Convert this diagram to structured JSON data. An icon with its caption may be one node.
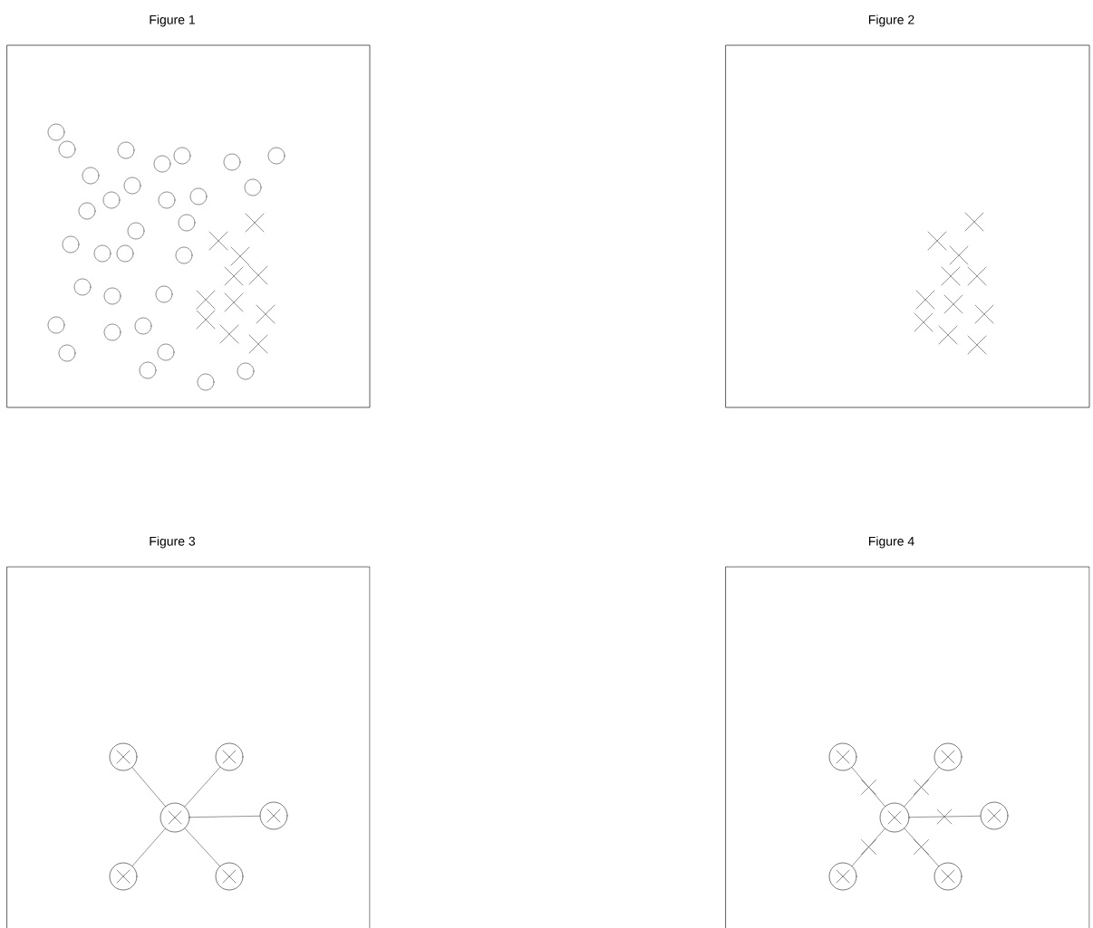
{
  "diagram": {
    "nodes": [
      {
        "text": [
          "Figure 1"
        ]
      },
      {
        "text": [
          "Figure 2"
        ]
      },
      {
        "text": [
          "Figure 3"
        ]
      },
      {
        "text": [
          "Figure 4"
        ]
      },
      {
        "text": [],
        "shape": "circle",
        "in": 2
      },
      {
        "text": [],
        "shape": "circle",
        "in": 2
      },
      {
        "text": [],
        "shape": "circle",
        "in": 2
      },
      {
        "text": [],
        "shape": "circle",
        "in": 2
      },
      {
        "text": [],
        "shape": "circle",
        "in": 2
      },
      {
        "text": [],
        "shape": "circle",
        "in": 2
      },
      {
        "text": [],
        "shape": "circle",
        "in": 3
      },
      {
        "text": [],
        "shape": "circle",
        "in": 3
      },
      {
        "text": [],
        "shape": "circle",
        "in": 3
      },
      {
        "text": [],
        "shape": "circle",
        "in": 3
      },
      {
        "text": [],
        "shape": "circle",
        "in": 3
      },
      {
        "text": [],
        "shape": "circle",
        "in": 3
      }
    ],
    "edges": [
      {
        "from": 6,
        "to": 4,
        "arrow": "none"
      },
      {
        "from": 6,
        "to": 5,
        "arrow": "none"
      },
      {
        "from": 6,
        "to": 7,
        "arrow": "none"
      },
      {
        "from": 6,
        "to": 8,
        "arrow": "none"
      },
      {
        "from": 6,
        "to": 9,
        "arrow": "none"
      },
      {
        "from": 12,
        "to": 10,
        "arrow": "none"
      },
      {
        "from": 12,
        "to": 11,
        "arrow": "none"
      },
      {
        "from": 12,
        "to": 13,
        "arrow": "none"
      },
      {
        "from": 12,
        "to": 14,
        "arrow": "none"
      },
      {
        "from": 12,
        "to": 15,
        "arrow": "none"
      }
    ]
  }
}
